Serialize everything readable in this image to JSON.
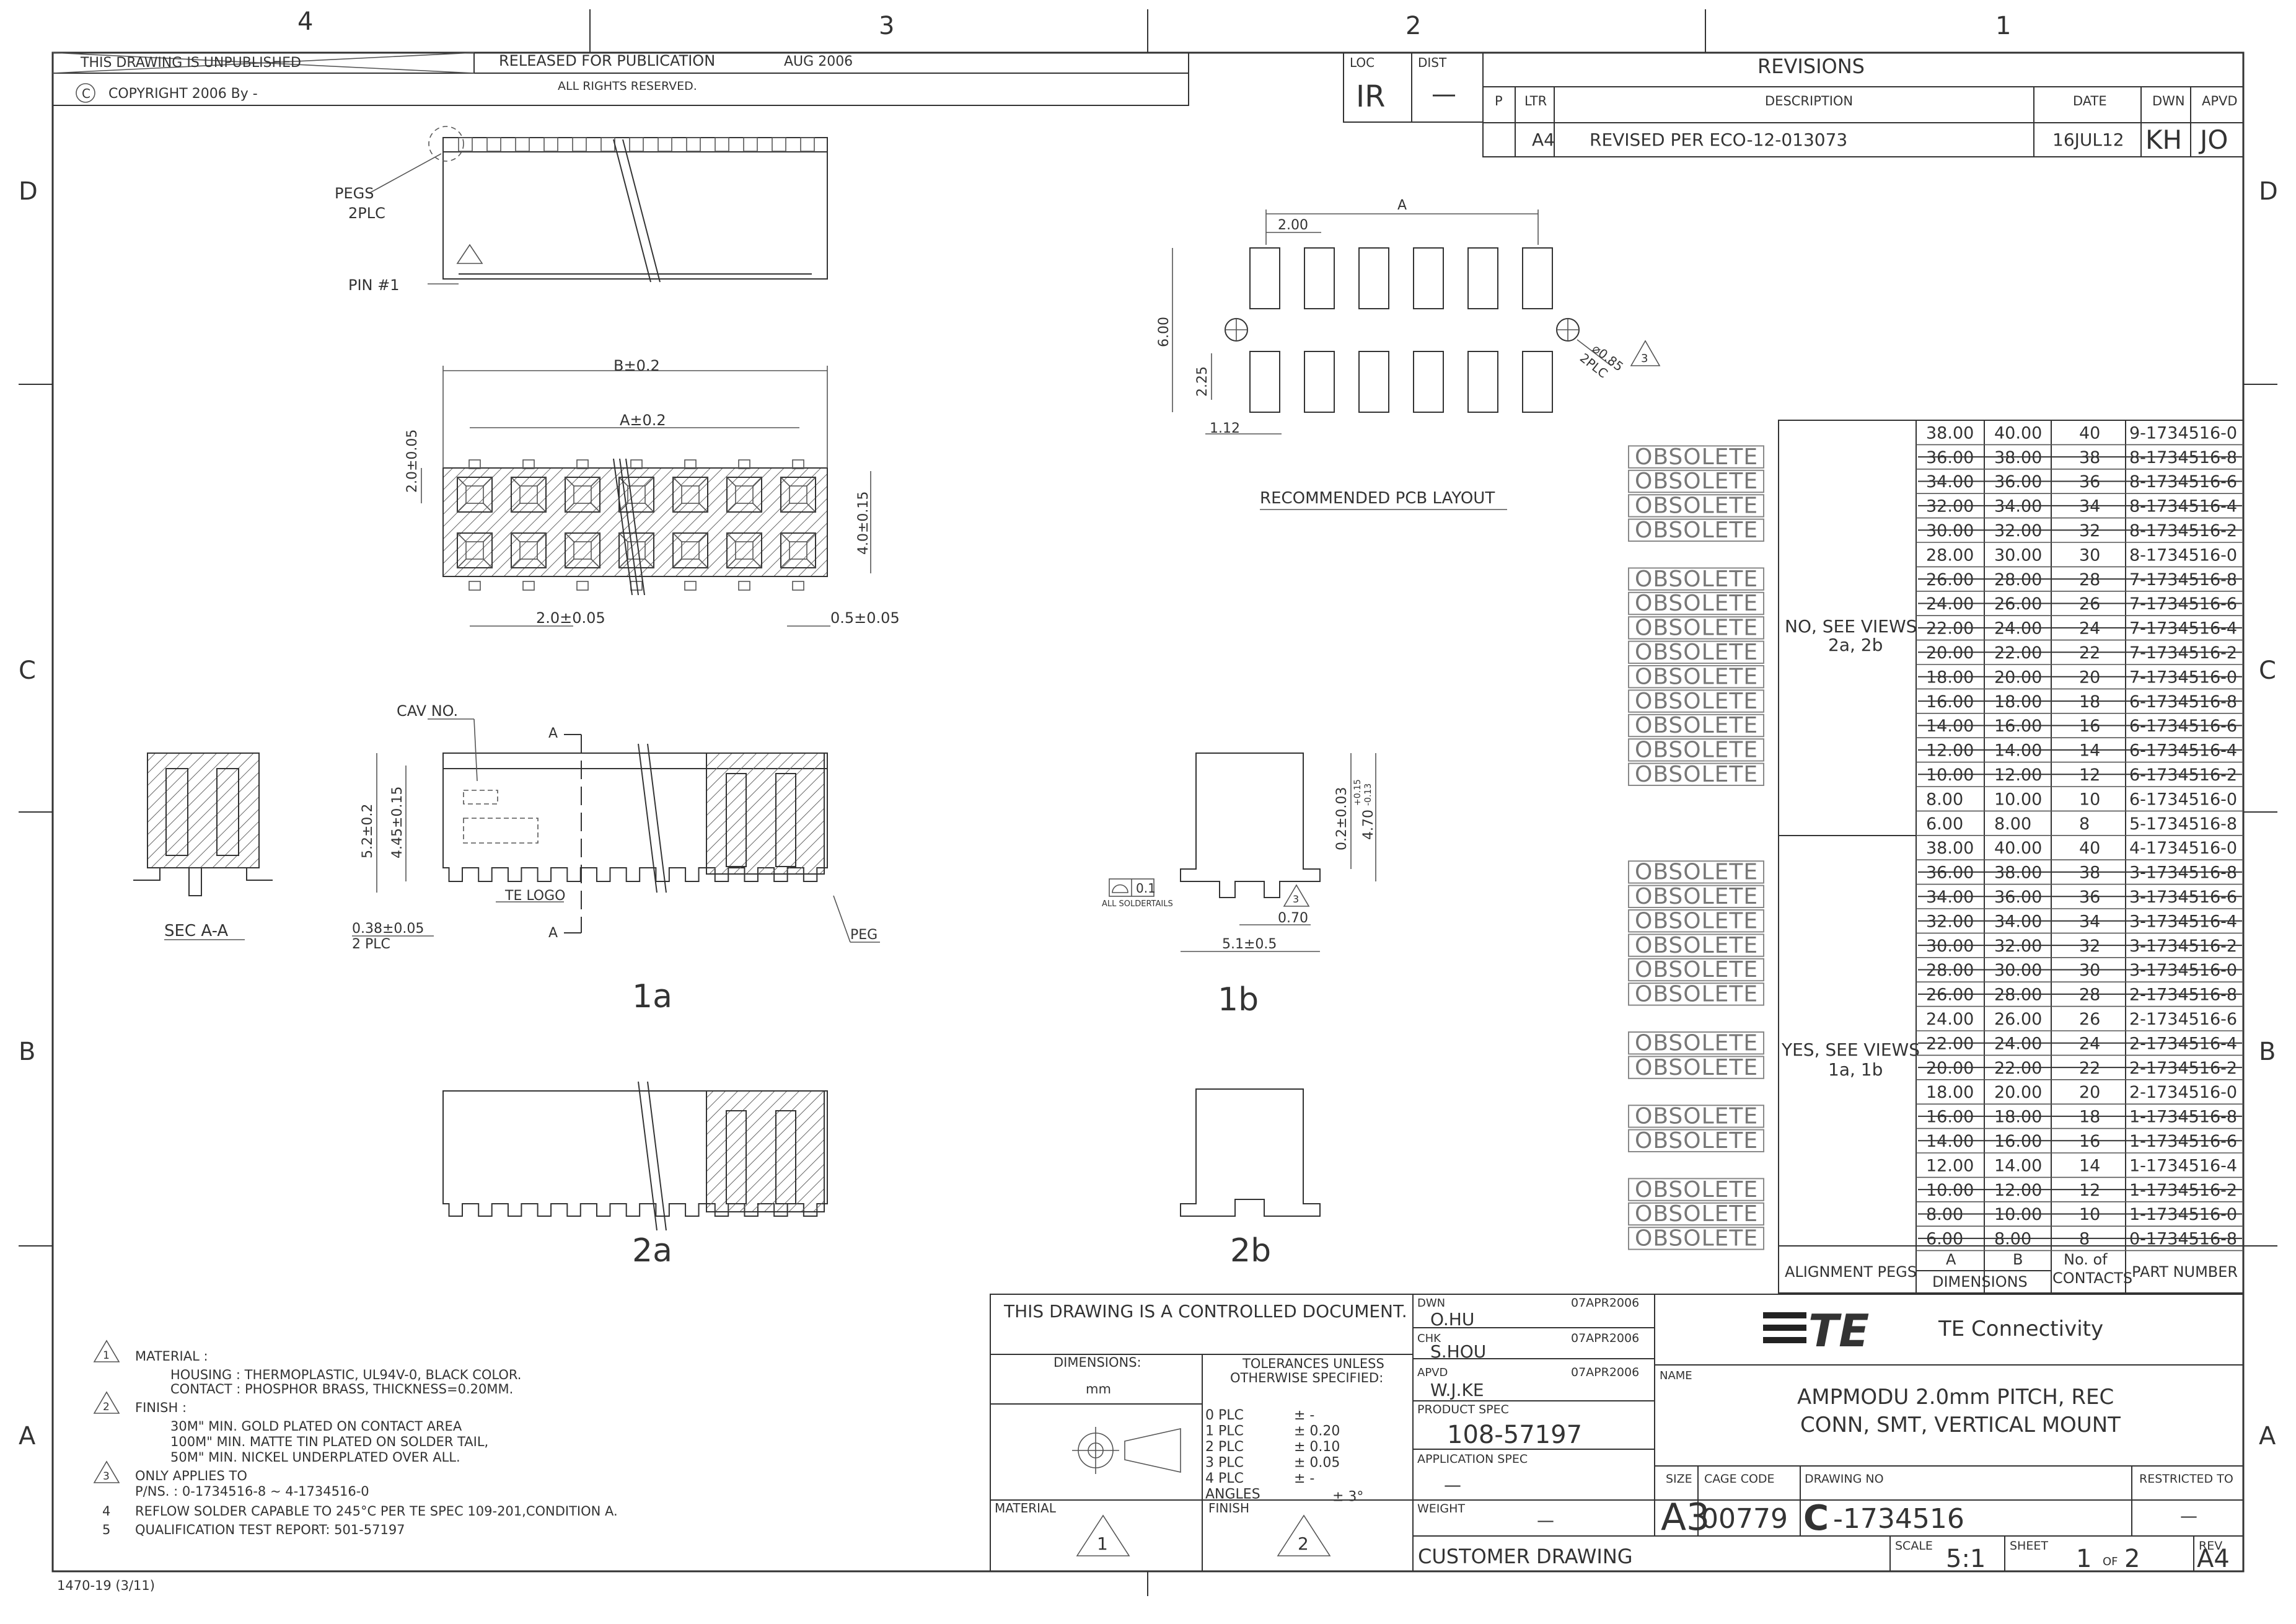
{
  "zones": {
    "columns": [
      "4",
      "3",
      "2",
      "1"
    ],
    "rows": [
      "D",
      "C",
      "B",
      "A"
    ]
  },
  "header": {
    "unpublished": "THIS DRAWING IS UNPUBLISHED",
    "copyright": "COPYRIGHT  2006  By -",
    "released": "RELEASED FOR PUBLICATION",
    "release_date": "AUG  2006",
    "rights": "ALL RIGHTS RESERVED."
  },
  "loc": {
    "loc_label": "LOC",
    "loc_value": "IR",
    "dist_label": "DIST",
    "dist_value": "—"
  },
  "revisions": {
    "title": "REVISIONS",
    "headers": {
      "p": "P",
      "ltr": "LTR",
      "description": "DESCRIPTION",
      "date": "DATE",
      "dwn": "DWN",
      "apvd": "APVD"
    },
    "rows": [
      {
        "ltr": "A4",
        "description": "REVISED PER ECO-12-013073",
        "date": "16JUL12",
        "dwn": "KH",
        "apvd": "JO"
      }
    ]
  },
  "labels": {
    "pegs": "PEGS",
    "pegs_plc": "2PLC",
    "pin1": "PIN  #1",
    "b_dim": "B±0.2",
    "a_dim": "A±0.2",
    "dim_2_0_v": "2.0±0.05",
    "dim_4_0": "4.0±0.15",
    "dim_2_0_h": "2.0±0.05",
    "dim_0_5": "0.5±0.05",
    "cav_no": "CAV  NO.",
    "section_a": "A",
    "dim_5_2": "5.2±0.2",
    "dim_4_45": "4.45±0.15",
    "te_logo": "TE  LOGO",
    "dim_0_38": "0.38±0.05",
    "plc_2": "2  PLC",
    "peg": "PEG",
    "sec_aa": "SEC  A-A",
    "pcb_a": "A",
    "pcb_2_00": "2.00",
    "pcb_6_00": "6.00",
    "pcb_2_25": "2.25",
    "pcb_1_12": "1.12",
    "pcb_dia": "⌀0.85",
    "pcb_dia_plc": "2PLC",
    "pcb_title": "RECOMMENDED PCB LAYOUT",
    "dim_0_2": "0.2±0.03",
    "dim_4_70": "4.70",
    "dim_4_70_tol_up": "+0.15",
    "dim_4_70_tol_dn": "-0.13",
    "flat_val": "0.1",
    "all_soldertails": "ALL SOLDERTAILS",
    "dim_0_70": "0.70",
    "dim_5_1": "5.1±0.5",
    "view_1a": "1a",
    "view_1b": "1b",
    "view_2a": "2a",
    "view_2b": "2b",
    "note1": "1",
    "note2": "2",
    "note3": "3"
  },
  "table": {
    "obsolete": "OBSOLETE",
    "group_no": "NO, SEE VIEWS",
    "group_no_sub": "2a, 2b",
    "group_yes": "YES, SEE VIEWS",
    "group_yes_sub": "1a, 1b",
    "alignment_pegs": "ALIGNMENT  PEGS",
    "col_a": "A",
    "col_b": "B",
    "col_dimensions": "DIMENSIONS",
    "col_contacts_1": "No.  of",
    "col_contacts_2": "CONTACTS",
    "col_part": "PART  NUMBER",
    "rows": [
      {
        "a": "38.00",
        "b": "40.00",
        "n": "40",
        "pn": "9-1734516-0",
        "obsolete": false
      },
      {
        "a": "36.00",
        "b": "38.00",
        "n": "38",
        "pn": "8-1734516-8",
        "obsolete": true
      },
      {
        "a": "34.00",
        "b": "36.00",
        "n": "36",
        "pn": "8-1734516-6",
        "obsolete": true
      },
      {
        "a": "32.00",
        "b": "34.00",
        "n": "34",
        "pn": "8-1734516-4",
        "obsolete": true
      },
      {
        "a": "30.00",
        "b": "32.00",
        "n": "32",
        "pn": "8-1734516-2",
        "obsolete": true
      },
      {
        "a": "28.00",
        "b": "30.00",
        "n": "30",
        "pn": "8-1734516-0",
        "obsolete": false
      },
      {
        "a": "26.00",
        "b": "28.00",
        "n": "28",
        "pn": "7-1734516-8",
        "obsolete": true
      },
      {
        "a": "24.00",
        "b": "26.00",
        "n": "26",
        "pn": "7-1734516-6",
        "obsolete": true
      },
      {
        "a": "22.00",
        "b": "24.00",
        "n": "24",
        "pn": "7-1734516-4",
        "obsolete": true
      },
      {
        "a": "20.00",
        "b": "22.00",
        "n": "22",
        "pn": "7-1734516-2",
        "obsolete": true
      },
      {
        "a": "18.00",
        "b": "20.00",
        "n": "20",
        "pn": "7-1734516-0",
        "obsolete": true
      },
      {
        "a": "16.00",
        "b": "18.00",
        "n": "18",
        "pn": "6-1734516-8",
        "obsolete": true
      },
      {
        "a": "14.00",
        "b": "16.00",
        "n": "16",
        "pn": "6-1734516-6",
        "obsolete": true
      },
      {
        "a": "12.00",
        "b": "14.00",
        "n": "14",
        "pn": "6-1734516-4",
        "obsolete": true
      },
      {
        "a": "10.00",
        "b": "12.00",
        "n": "12",
        "pn": "6-1734516-2",
        "obsolete": true
      },
      {
        "a": "8.00",
        "b": "10.00",
        "n": "10",
        "pn": "6-1734516-0",
        "obsolete": false
      },
      {
        "a": "6.00",
        "b": "8.00",
        "n": "8",
        "pn": "5-1734516-8",
        "obsolete": false
      },
      {
        "a": "38.00",
        "b": "40.00",
        "n": "40",
        "pn": "4-1734516-0",
        "obsolete": false
      },
      {
        "a": "36.00",
        "b": "38.00",
        "n": "38",
        "pn": "3-1734516-8",
        "obsolete": true
      },
      {
        "a": "34.00",
        "b": "36.00",
        "n": "36",
        "pn": "3-1734516-6",
        "obsolete": true
      },
      {
        "a": "32.00",
        "b": "34.00",
        "n": "34",
        "pn": "3-1734516-4",
        "obsolete": true
      },
      {
        "a": "30.00",
        "b": "32.00",
        "n": "32",
        "pn": "3-1734516-2",
        "obsolete": true
      },
      {
        "a": "28.00",
        "b": "30.00",
        "n": "30",
        "pn": "3-1734516-0",
        "obsolete": true
      },
      {
        "a": "26.00",
        "b": "28.00",
        "n": "28",
        "pn": "2-1734516-8",
        "obsolete": true
      },
      {
        "a": "24.00",
        "b": "26.00",
        "n": "26",
        "pn": "2-1734516-6",
        "obsolete": false
      },
      {
        "a": "22.00",
        "b": "24.00",
        "n": "24",
        "pn": "2-1734516-4",
        "obsolete": true
      },
      {
        "a": "20.00",
        "b": "22.00",
        "n": "22",
        "pn": "2-1734516-2",
        "obsolete": true
      },
      {
        "a": "18.00",
        "b": "20.00",
        "n": "20",
        "pn": "2-1734516-0",
        "obsolete": false
      },
      {
        "a": "16.00",
        "b": "18.00",
        "n": "18",
        "pn": "1-1734516-8",
        "obsolete": true
      },
      {
        "a": "14.00",
        "b": "16.00",
        "n": "16",
        "pn": "1-1734516-6",
        "obsolete": true
      },
      {
        "a": "12.00",
        "b": "14.00",
        "n": "14",
        "pn": "1-1734516-4",
        "obsolete": false
      },
      {
        "a": "10.00",
        "b": "12.00",
        "n": "12",
        "pn": "1-1734516-2",
        "obsolete": true
      },
      {
        "a": "8.00",
        "b": "10.00",
        "n": "10",
        "pn": "1-1734516-0",
        "obsolete": true
      },
      {
        "a": "6.00",
        "b": "8.00",
        "n": "8",
        "pn": "0-1734516-8",
        "obsolete": true
      }
    ]
  },
  "notes": {
    "n1_title": "MATERIAL :",
    "n1_l1": "HOUSING : THERMOPLASTIC, UL94V-0, BLACK COLOR.",
    "n1_l2": "CONTACT : PHOSPHOR BRASS, THICKNESS=0.20MM.",
    "n2_title": "FINISH :",
    "n2_l1": "30M\" MIN. GOLD PLATED ON CONTACT AREA",
    "n2_l2": "100M\" MIN. MATTE TIN PLATED ON SOLDER TAIL,",
    "n2_l3": "50M\" MIN. NICKEL UNDERPLATED OVER ALL.",
    "n3_title": "ONLY APPLIES TO",
    "n3_l1": "P/NS. : 0-1734516-8  ~  4-1734516-0",
    "n4_num": "4",
    "n4": "REFLOW SOLDER CAPABLE TO 245°C PER TE SPEC 109-201,CONDITION A.",
    "n5_num": "5",
    "n5": "QUALIFICATION TEST REPORT: 501-57197"
  },
  "form_id": "1470-19 (3/11)",
  "title_block": {
    "controlled": "THIS DRAWING IS A CONTROLLED DOCUMENT.",
    "dimensions_label": "DIMENSIONS:",
    "dimensions_unit": "mm",
    "tol_title_1": "TOLERANCES UNLESS",
    "tol_title_2": "OTHERWISE SPECIFIED:",
    "tolerances": [
      {
        "k": "0 PLC",
        "v": "± -"
      },
      {
        "k": "1 PLC",
        "v": "± 0.20"
      },
      {
        "k": "2 PLC",
        "v": "± 0.10"
      },
      {
        "k": "3 PLC",
        "v": "± 0.05"
      },
      {
        "k": "4 PLC",
        "v": "± -"
      },
      {
        "k": "ANGLES",
        "v": "± 3°"
      }
    ],
    "material_label": "MATERIAL",
    "finish_label": "FINISH",
    "dwn_label": "DWN",
    "dwn_date": "07APR2006",
    "dwn_name": "O.HU",
    "chk_label": "CHK",
    "chk_date": "07APR2006",
    "chk_name": "S.HOU",
    "apvd_label": "APVD",
    "apvd_date": "07APR2006",
    "apvd_name": "W.J.KE",
    "product_spec_label": "PRODUCT SPEC",
    "product_spec": "108-57197",
    "app_spec_label": "APPLICATION SPEC",
    "app_spec": "—",
    "weight_label": "WEIGHT",
    "weight": "—",
    "customer_drawing": "CUSTOMER DRAWING",
    "company": "TE Connectivity",
    "logo": "TE",
    "name_label": "NAME",
    "name_l1": "AMPMODU 2.0mm PITCH, REC",
    "name_l2": "CONN, SMT, VERTICAL MOUNT",
    "size_label": "SIZE",
    "size": "A3",
    "cage_label": "CAGE CODE",
    "cage": "00779",
    "drawing_no_label": "DRAWING NO",
    "drawing_no_prefix": "C",
    "drawing_no": "-1734516",
    "restricted_label": "RESTRICTED TO",
    "restricted": "—",
    "scale_label": "SCALE",
    "scale": "5:1",
    "sheet_label": "SHEET",
    "sheet": "1",
    "sheet_of": "OF",
    "sheet_total": "2",
    "rev_label": "REV",
    "rev": "A4"
  }
}
